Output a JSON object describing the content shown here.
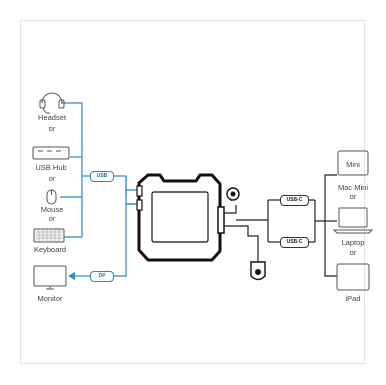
{
  "left_devices": {
    "headset": "Headset",
    "or1": "or",
    "usb_hub": "USB Hub",
    "or2": "or",
    "mouse": "Mouse",
    "or3": "or",
    "keyboard": "Keyboard",
    "monitor": "Monitor"
  },
  "right_devices": {
    "mini_screen": "Mini",
    "mac_mini": "Mac Mini",
    "or1": "or",
    "laptop": "Laptop",
    "or2": "or",
    "ipad": "iPad"
  },
  "connectors": {
    "usb": "USB",
    "dp": "DP",
    "usbc_top": "USB-C",
    "usbc_bottom": "USB-C"
  },
  "colors": {
    "cable_left": "#2c88c8",
    "line_dark": "#222222"
  }
}
